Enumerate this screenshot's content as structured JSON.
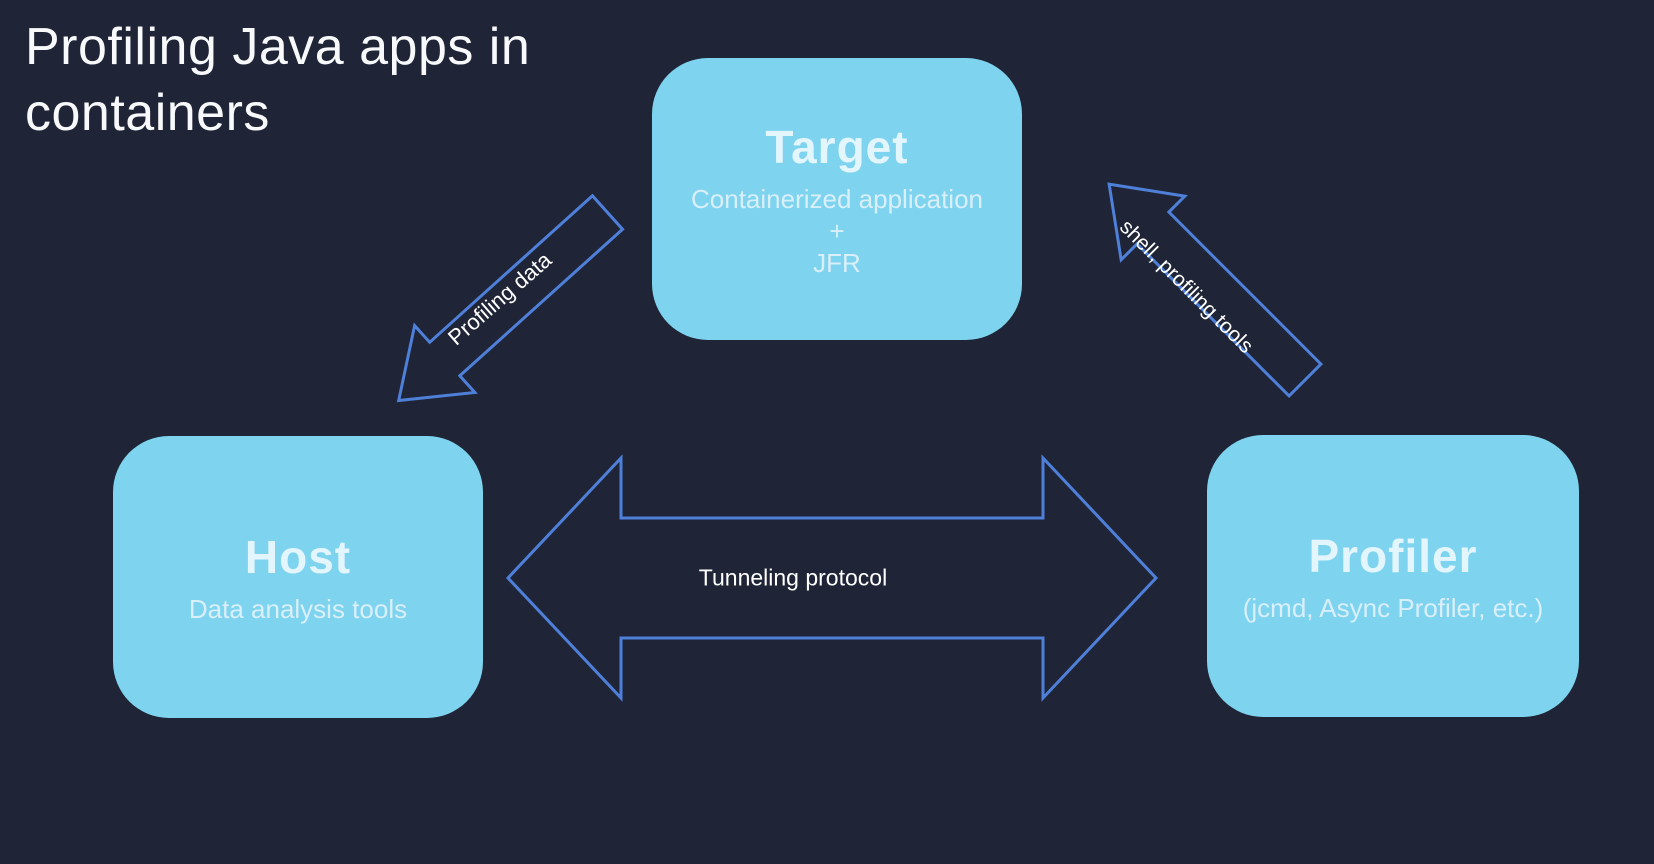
{
  "title": "Profiling Java apps in containers",
  "colors": {
    "background": "#1f2436",
    "node_fill": "#7ed3ef",
    "node_heading_text": "#e4f6fd",
    "node_body_text": "#d9effa",
    "arrow_stroke": "#4f80d9",
    "edge_label_text": "#ffffff",
    "title_text": "#f7f9fb"
  },
  "nodes": {
    "target": {
      "heading": "Target",
      "lines": [
        "Containerized application",
        "+",
        "JFR"
      ]
    },
    "host": {
      "heading": "Host",
      "lines": [
        "Data analysis tools"
      ]
    },
    "profiler": {
      "heading": "Profiler",
      "lines": [
        "(jcmd, Async Profiler, etc.)"
      ]
    }
  },
  "edges": {
    "target_to_host": {
      "label": "Profiling data",
      "direction": "target to host"
    },
    "profiler_to_target": {
      "label": "shell, profiling tools",
      "direction": "profiler to target"
    },
    "host_profiler": {
      "label": "Tunneling protocol",
      "direction": "bidirectional host-profiler"
    }
  }
}
